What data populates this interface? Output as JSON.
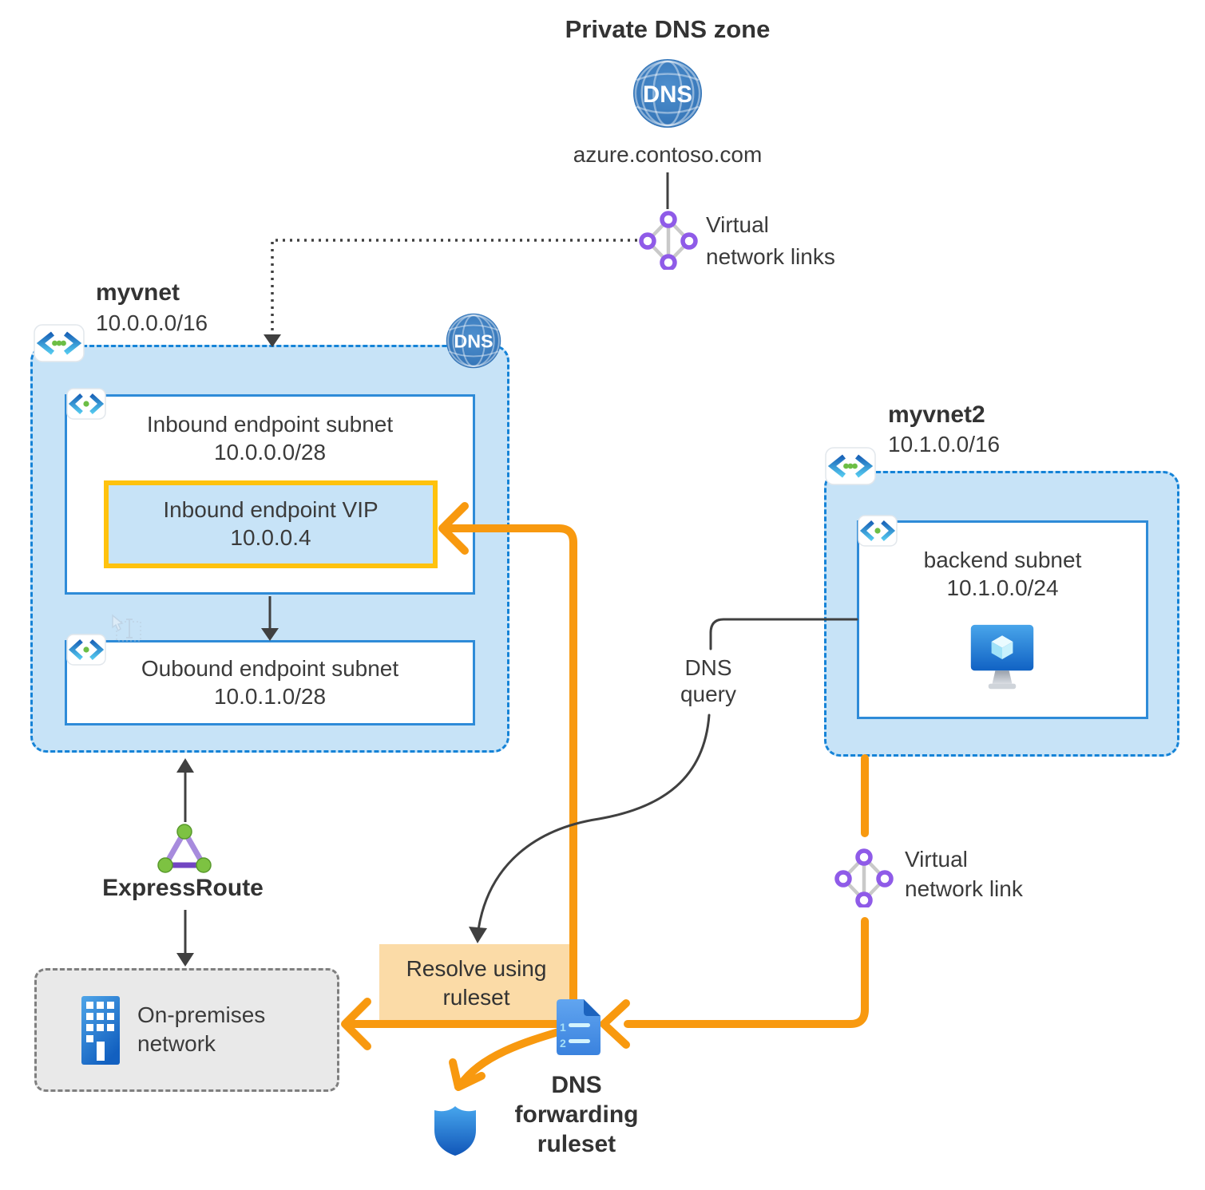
{
  "colors": {
    "orange": "#F8990F",
    "gold": "#FFC20E",
    "vnet_fill": "#C7E3F7",
    "vnet_border": "#1583D7",
    "subnet_border": "#2E8BD8",
    "resolve_fill": "#FBDBA7",
    "onprem_fill": "#E9E9E9",
    "onprem_border": "#7F7F7F",
    "line_dark": "#404040",
    "dns_globe_blue": "#3679BF",
    "link_purple": "#8F5BE8",
    "expressroute_purple": "#A78BDD",
    "green": "#7DC242"
  },
  "header": {
    "title": "Private DNS zone",
    "domain": "azure.contoso.com",
    "dns_icon_text": "DNS"
  },
  "vnet_links": {
    "line1": "Virtual",
    "line2": "network links"
  },
  "vnet_link": {
    "line1": "Virtual",
    "line2": "network link"
  },
  "myvnet": {
    "name": "myvnet",
    "cidr": "10.0.0.0/16",
    "dns_icon_text": "DNS",
    "inbound_subnet": {
      "name": "Inbound endpoint subnet",
      "cidr": "10.0.0.0/28"
    },
    "vip": {
      "name": "Inbound endpoint VIP",
      "ip": "10.0.0.4"
    },
    "outbound_subnet": {
      "name": "Oubound endpoint subnet",
      "cidr": "10.0.1.0/28"
    }
  },
  "myvnet2": {
    "name": "myvnet2",
    "cidr": "10.1.0.0/16",
    "backend_subnet": {
      "name": "backend subnet",
      "cidr": "10.1.0.0/24"
    }
  },
  "expressroute": {
    "label": "ExpressRoute"
  },
  "onprem": {
    "line1": "On-premises",
    "line2": "network"
  },
  "dns_query": {
    "line1": "DNS",
    "line2": "query"
  },
  "resolve": {
    "line1": "Resolve using",
    "line2": "ruleset"
  },
  "ruleset": {
    "line1": "DNS",
    "line2": "forwarding",
    "line3": "ruleset",
    "doc_num1": "1",
    "doc_num2": "2"
  }
}
